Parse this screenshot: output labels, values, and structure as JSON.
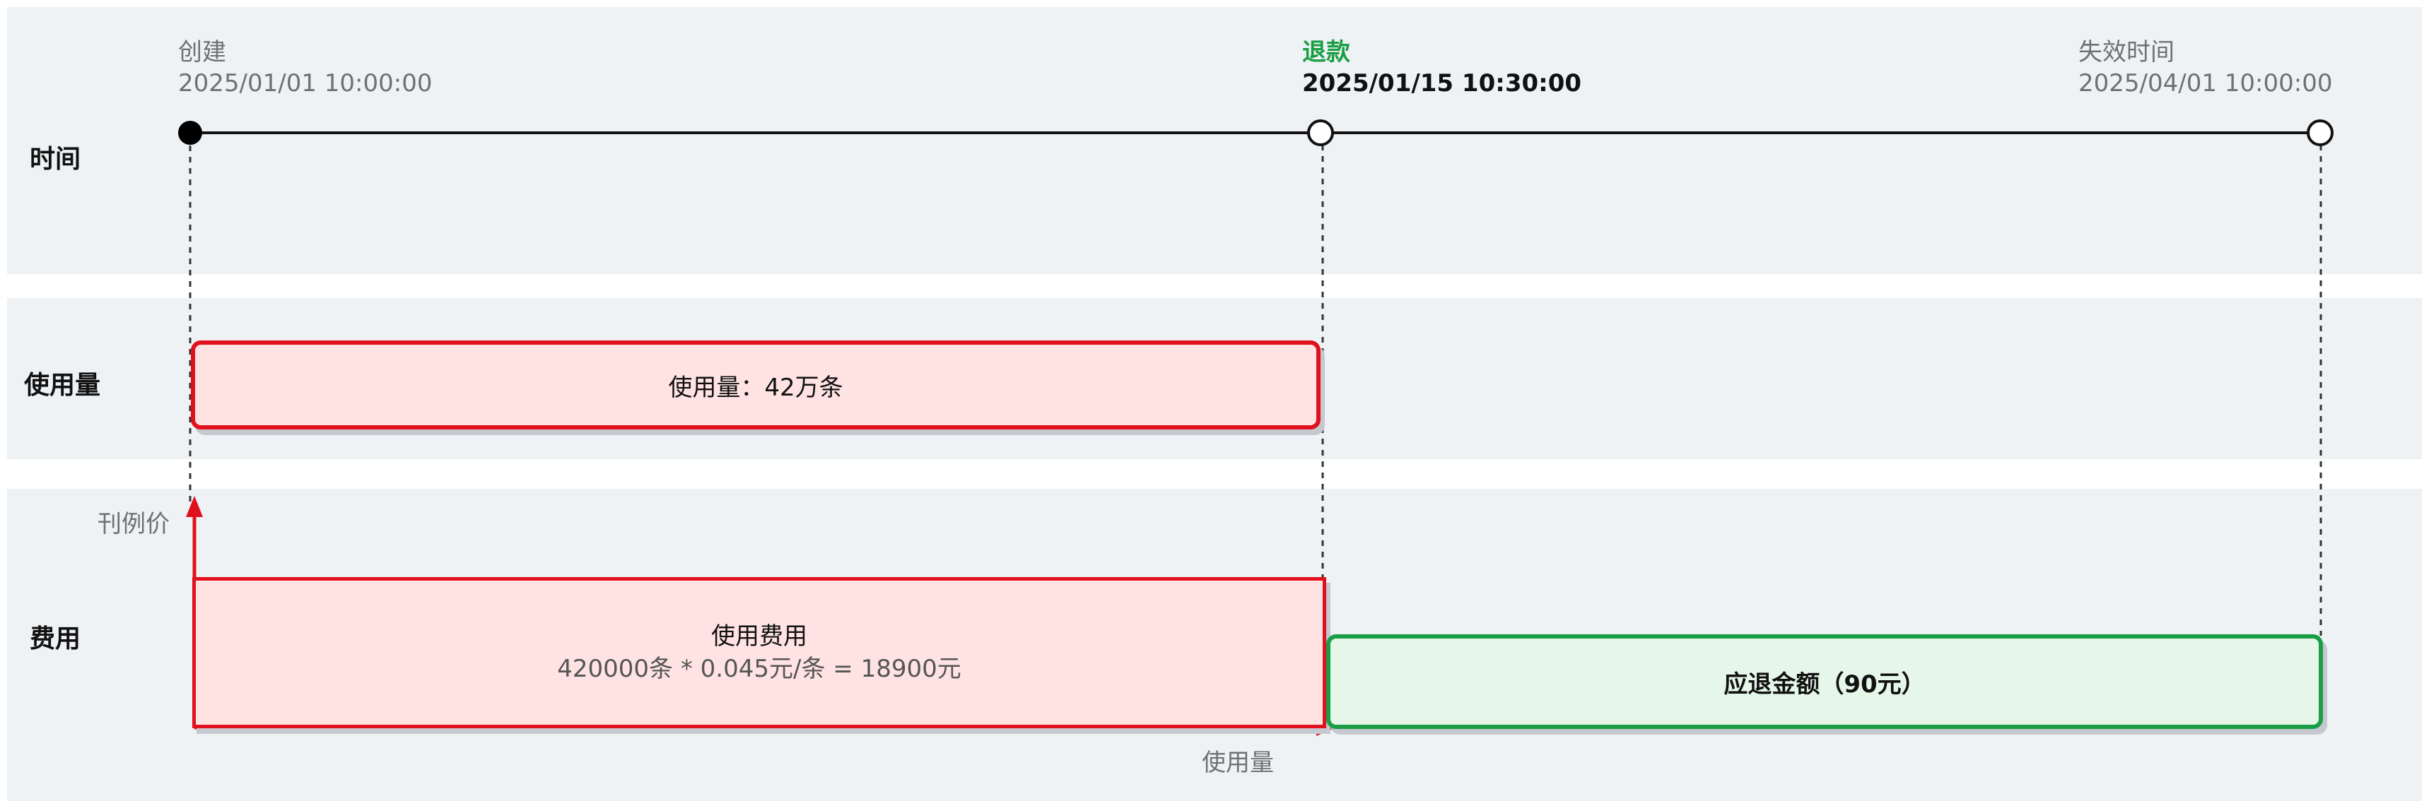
{
  "rows": {
    "time": "时间",
    "usage": "使用量",
    "cost": "费用"
  },
  "timeline": {
    "create": {
      "title": "创建",
      "datetime": "2025/01/01 10:00:00"
    },
    "refund": {
      "title": "退款",
      "datetime": "2025/01/15 10:30:00"
    },
    "expire": {
      "title": "失效时间",
      "datetime": "2025/04/01 10:00:00"
    }
  },
  "usage_box": {
    "text": "使用量：42万条"
  },
  "cost_box": {
    "title": "使用费用",
    "formula": "420000条 * 0.045元/条 = 18900元"
  },
  "refund_box": {
    "text": "应退金额（90元）"
  },
  "axes": {
    "y_label": "刊例价",
    "x_label": "使用量"
  },
  "colors": {
    "usage_red": "#e0101c",
    "usage_fill": "#ffe3e3",
    "refund_green": "#1a9e45",
    "refund_fill": "#e6f7ea",
    "band_bg": "#eff2f5"
  }
}
